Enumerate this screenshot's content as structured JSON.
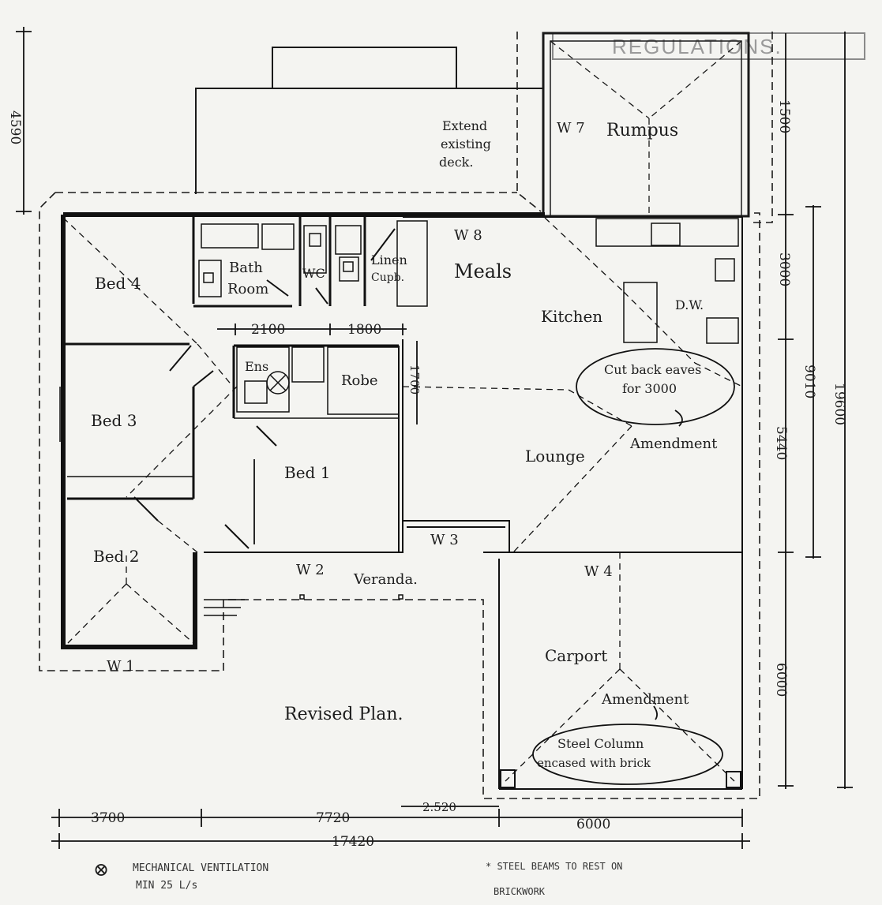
{
  "header": {
    "stamp": "REGULATIONS."
  },
  "title": "Revised Plan.",
  "rooms": {
    "bed4": "Bed 4",
    "bed3": "Bed 3",
    "bed2": "Bed 2",
    "bed1": "Bed 1",
    "bath_line1": "Bath",
    "bath_line2": "Room",
    "wc": "WC",
    "linen_line1": "Linen",
    "linen_line2": "Cupb.",
    "meals": "Meals",
    "kitchen": "Kitchen",
    "dw": "D.W.",
    "ens": "Ens",
    "robe": "Robe",
    "lounge": "Lounge",
    "rumpus": "Rumpus",
    "carport": "Carport",
    "veranda": "Veranda.",
    "deck_line1": "Extend",
    "deck_line2": "existing",
    "deck_line3": "deck."
  },
  "windows": {
    "w1": "W 1",
    "w2": "W 2",
    "w3": "W 3",
    "w4": "W 4",
    "w7": "W 7",
    "w8": "W 8"
  },
  "notes": {
    "eaves_line1": "Cut back eaves",
    "eaves_line2": "for 3000",
    "amendment_1": "Amendment",
    "amendment_2": "Amendment",
    "steel_line1": "Steel Column",
    "steel_line2": "encased with brick",
    "vent_symbol": "⊗",
    "vent_line1": "MECHANICAL VENTILATION",
    "vent_line2": "MIN 25 L/s",
    "beams_line1": "* STEEL BEAMS TO REST ON",
    "beams_line2": "BRICKWORK"
  },
  "dimensions": {
    "left_4590": "4590",
    "d2100": "2100",
    "d1800": "1800",
    "d1700": "1700",
    "d1500": "1500",
    "d3000": "3000",
    "d9010": "9010",
    "d19600": "19600",
    "d5440": "5440",
    "d6000_right": "6000",
    "d3700": "3700",
    "d7720": "7720",
    "d2520": "2.520",
    "d6000_bottom": "6000",
    "d17420": "17420"
  },
  "colors": {
    "ink": "#1a1a1a",
    "paper": "#f4f4f1",
    "stamp_border": "#777777"
  }
}
